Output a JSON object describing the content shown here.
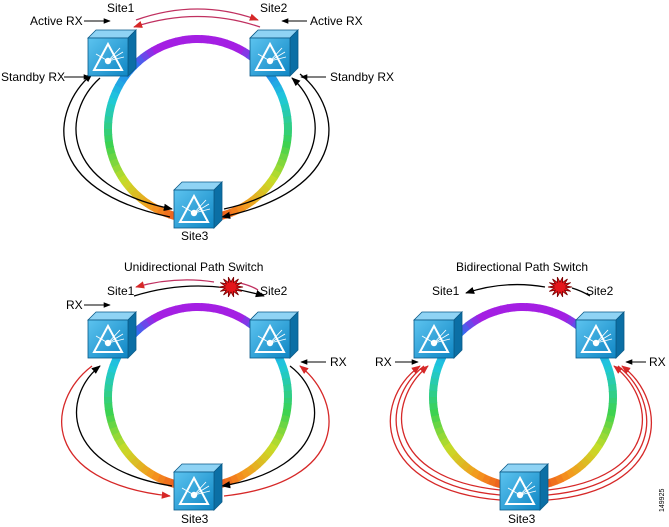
{
  "colors": {
    "red_arrow": "#d62828",
    "purple_arc": "#a41fe3",
    "node_face": "#1f9fd8",
    "node_dark": "#0b6fa5",
    "node_light": "#8fd3f4",
    "burst": "#e4161b"
  },
  "diagram_top": {
    "site1": "Site1",
    "site2": "Site2",
    "site3": "Site3",
    "active_rx_left": "Active RX",
    "active_rx_right": "Active RX",
    "standby_rx_left": "Standby RX",
    "standby_rx_right": "Standby RX"
  },
  "diagram_uni": {
    "title": "Unidirectional Path Switch",
    "site1": "Site1",
    "site2": "Site2",
    "site3": "Site3",
    "rx_left": "RX",
    "rx_right": "RX"
  },
  "diagram_bi": {
    "title": "Bidirectional Path Switch",
    "site1": "Site1",
    "site2": "Site2",
    "site3": "Site3",
    "rx_left": "RX",
    "rx_right": "RX"
  },
  "figure_id": "149925",
  "icons": [
    "optical-node-icon",
    "fiber-cut-burst-icon"
  ]
}
